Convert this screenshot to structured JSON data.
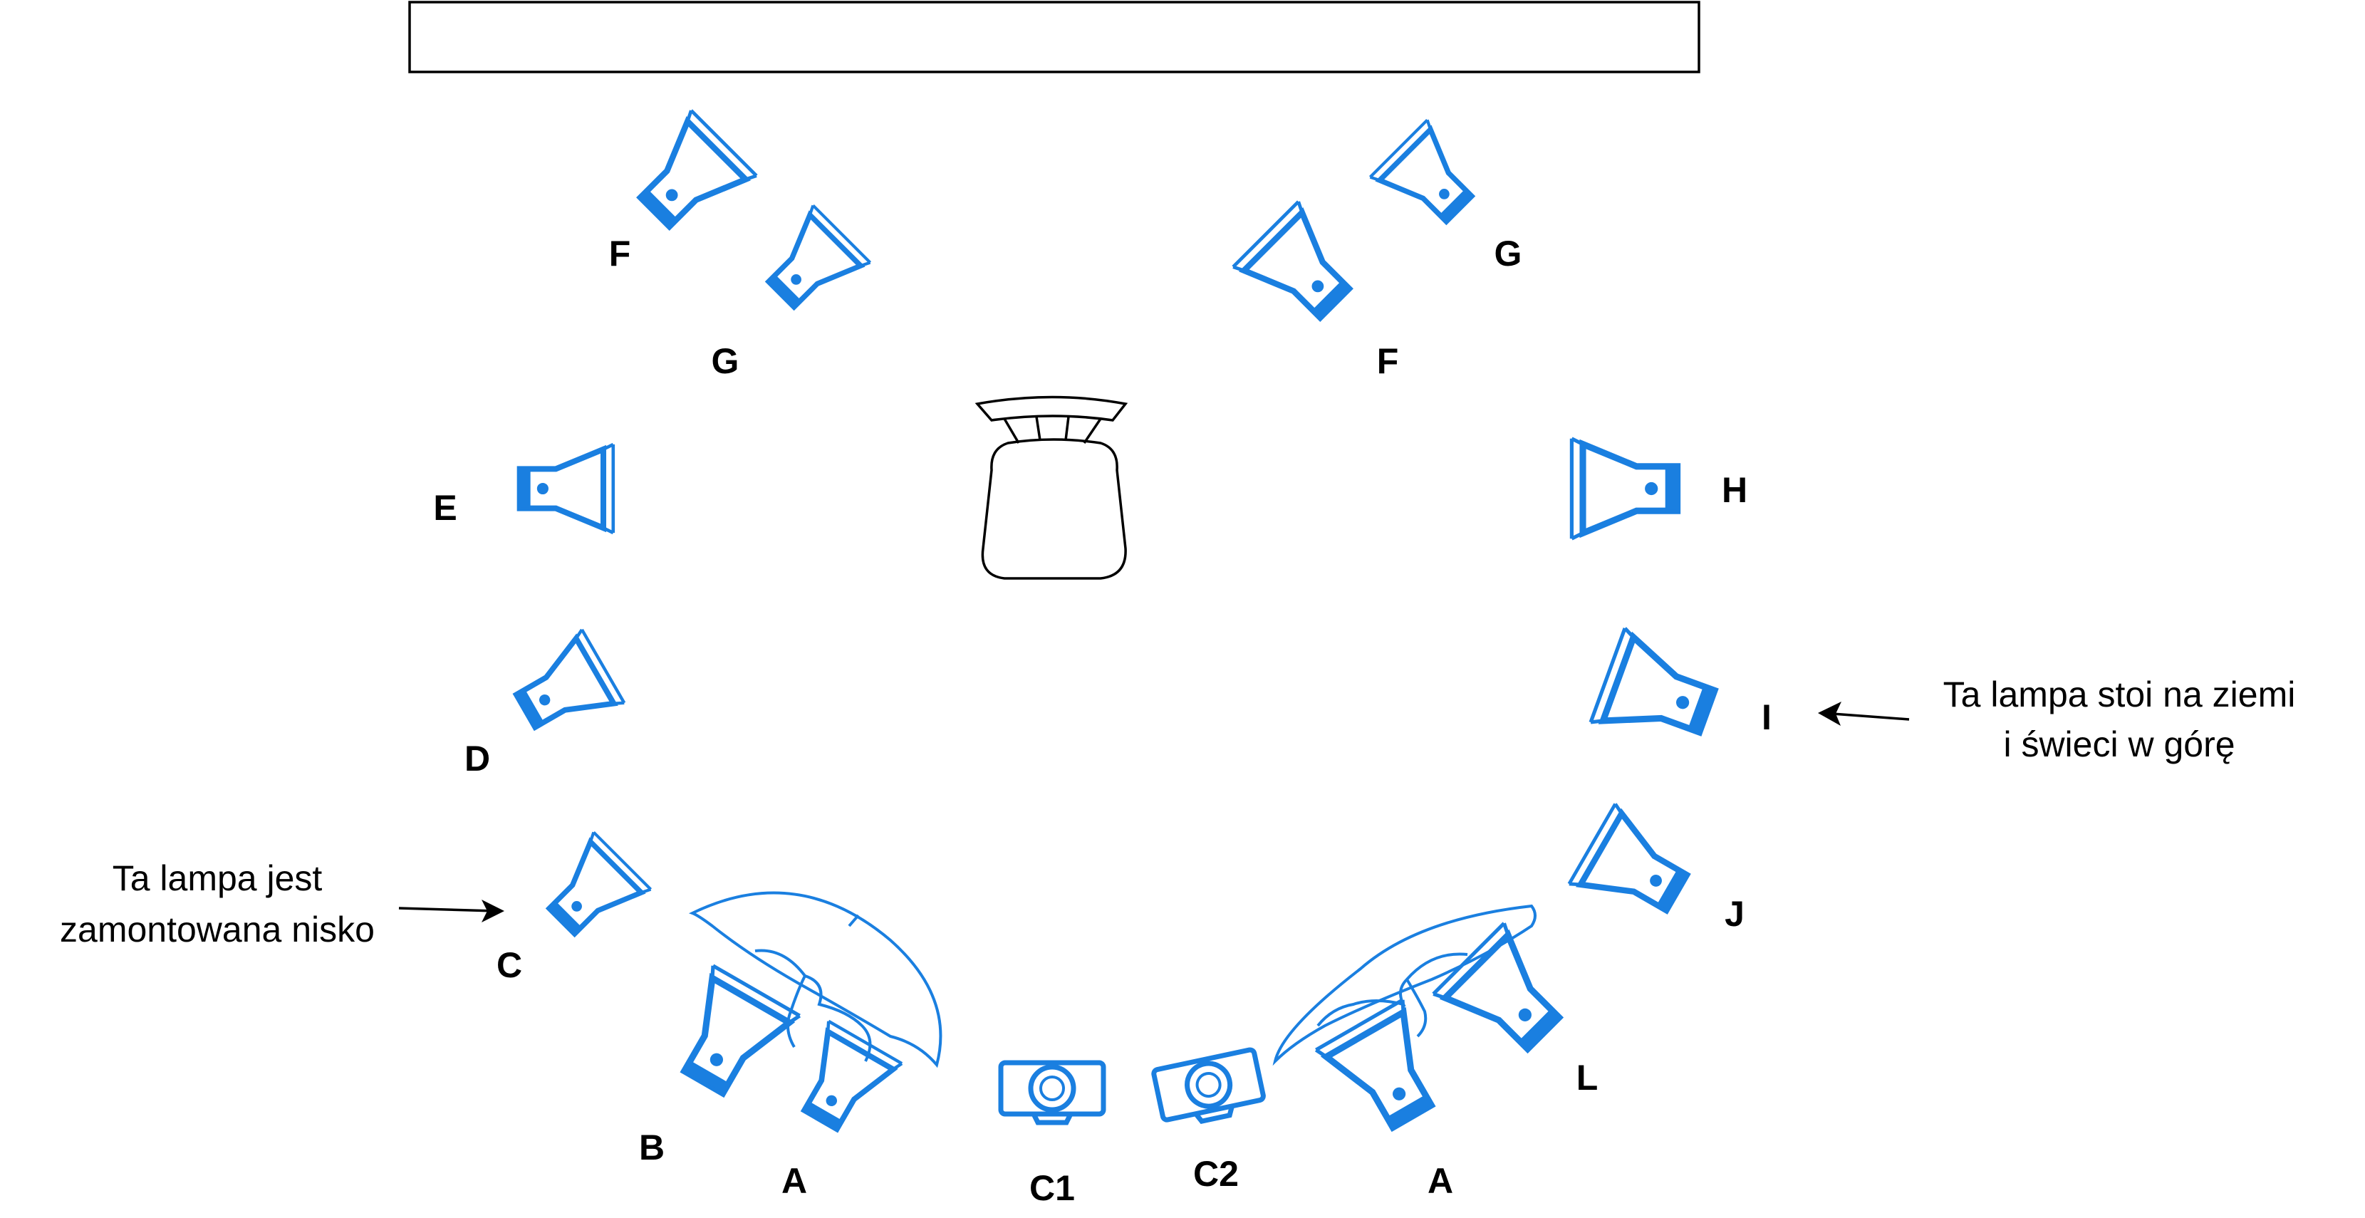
{
  "lamps": [
    {
      "id": "F",
      "label": "F"
    },
    {
      "id": "G",
      "label": "G"
    },
    {
      "id": "G",
      "label": "G"
    },
    {
      "id": "F",
      "label": "F"
    },
    {
      "id": "E",
      "label": "E"
    },
    {
      "id": "H",
      "label": "H"
    },
    {
      "id": "D",
      "label": "D"
    },
    {
      "id": "I",
      "label": "I"
    },
    {
      "id": "C",
      "label": "C"
    },
    {
      "id": "J",
      "label": "J"
    },
    {
      "id": "B",
      "label": "B"
    },
    {
      "id": "A",
      "label": "A"
    },
    {
      "id": "A",
      "label": "A"
    },
    {
      "id": "L",
      "label": "L"
    }
  ],
  "cameras": [
    {
      "id": "C1",
      "label": "C1"
    },
    {
      "id": "C2",
      "label": "C2"
    }
  ],
  "notes": {
    "left_line1": "Ta lampa jest",
    "left_line2": "zamontowana nisko",
    "right_line1": "Ta lampa stoi na ziemi",
    "right_line2": "i świeci w górę"
  },
  "colors": {
    "lamp": "#1a7fe0",
    "outline": "#000000"
  },
  "icons": {
    "lamp": "spotlight-icon",
    "camera": "camera-icon",
    "chair": "chair-icon",
    "reflector": "reflector-icon",
    "backdrop": "backdrop"
  }
}
